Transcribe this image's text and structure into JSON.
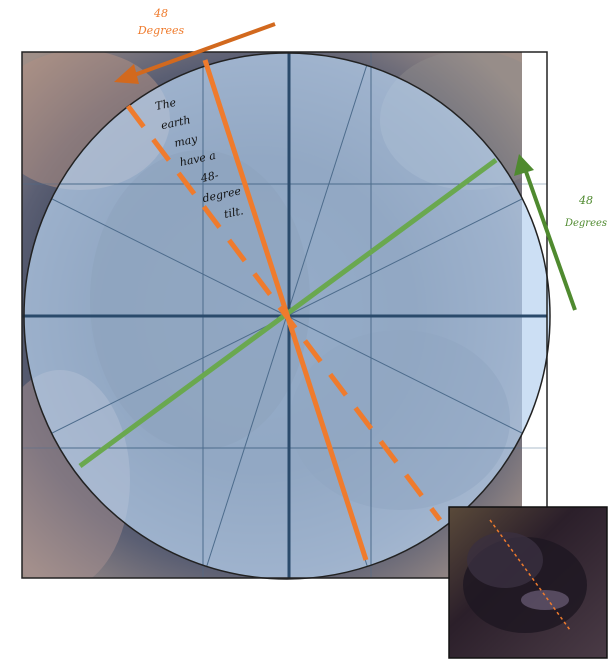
{
  "labels": {
    "top_line1": "48",
    "top_line2": "Degrees",
    "right_line1": "48",
    "right_line2": "Degrees",
    "note_words": [
      "The",
      "earth",
      "may",
      "have a",
      "48-",
      "degree",
      "tilt."
    ]
  },
  "colors": {
    "orange": "#ef7b2d",
    "orange_dark": "#d2691e",
    "green": "#6aa84f",
    "green_dark": "#4f8a2f",
    "grid_dark": "#2a4a6b",
    "grid_light": "#4d6c8c",
    "circle_fill": "#b8d2f0",
    "frame": "#222222"
  }
}
